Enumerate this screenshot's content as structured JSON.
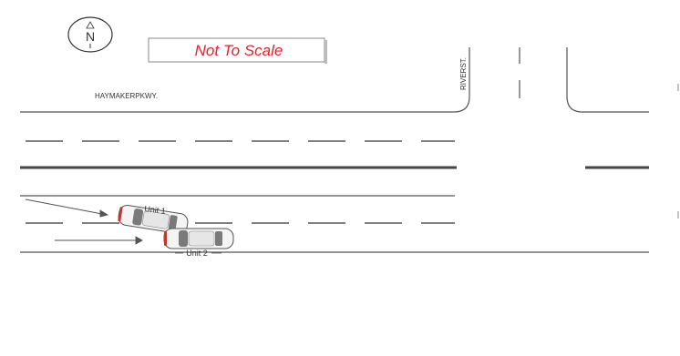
{
  "compass": {
    "letter": "N",
    "icon": "north-arrow-icon"
  },
  "scale_note": "Not To Scale",
  "streets": {
    "main": "HAYMAKERPKWY.",
    "cross": "RIVERST."
  },
  "vehicles": [
    {
      "label": "Unit 1",
      "icon": "car-icon"
    },
    {
      "label": "Unit 2",
      "icon": "car-icon"
    }
  ],
  "colors": {
    "scale_text": "#e8202a",
    "lines": "#555555",
    "car_body": "#f4f4f4",
    "car_glass": "#7a7a7a",
    "car_lights": "#c0392b"
  }
}
